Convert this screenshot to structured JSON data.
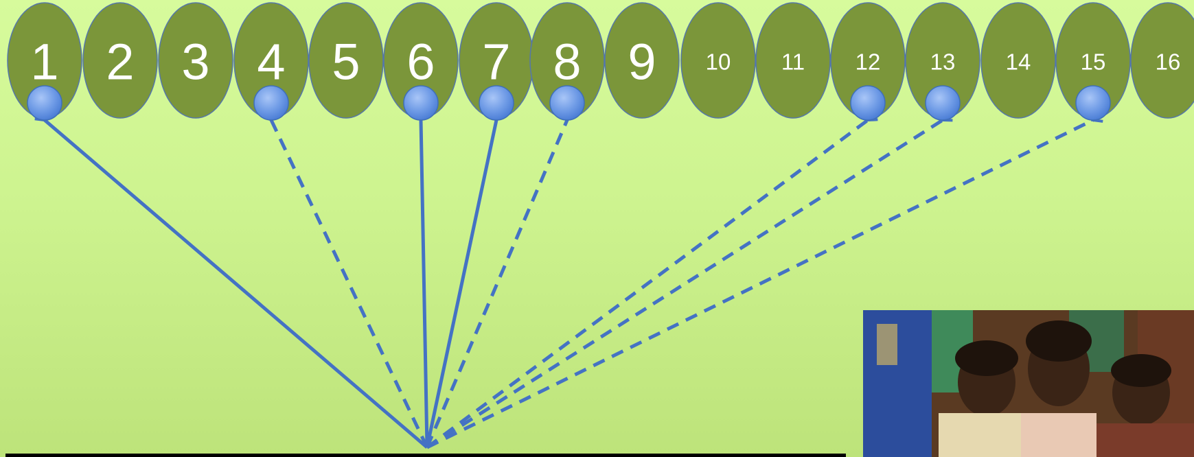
{
  "ovals": [
    {
      "label": "1",
      "size": "big",
      "token": true,
      "arrow": "solid"
    },
    {
      "label": "2",
      "size": "big",
      "token": false,
      "arrow": null
    },
    {
      "label": "3",
      "size": "big",
      "token": false,
      "arrow": null
    },
    {
      "label": "4",
      "size": "big",
      "token": true,
      "arrow": "dashed"
    },
    {
      "label": "5",
      "size": "big",
      "token": false,
      "arrow": null
    },
    {
      "label": "6",
      "size": "big",
      "token": true,
      "arrow": "solid"
    },
    {
      "label": "7",
      "size": "big",
      "token": true,
      "arrow": "solid"
    },
    {
      "label": "8",
      "size": "big",
      "token": true,
      "arrow": "dashed"
    },
    {
      "label": "9",
      "size": "big",
      "token": false,
      "arrow": null
    },
    {
      "label": "10",
      "size": "small",
      "token": false,
      "arrow": null
    },
    {
      "label": "11",
      "size": "small",
      "token": false,
      "arrow": null
    },
    {
      "label": "12",
      "size": "small",
      "token": true,
      "arrow": "dashed"
    },
    {
      "label": "13",
      "size": "small",
      "token": true,
      "arrow": "dashed"
    },
    {
      "label": "14",
      "size": "small",
      "token": false,
      "arrow": null
    },
    {
      "label": "15",
      "size": "small",
      "token": true,
      "arrow": "dashed"
    },
    {
      "label": "16",
      "size": "small",
      "token": false,
      "arrow": null
    }
  ],
  "colors": {
    "oval_fill": "#7b963a",
    "token_fill": "#6f9be6",
    "arrow": "#4472c4",
    "background": "#d3f595"
  },
  "photo": {
    "icon": "children-reading-photo"
  }
}
